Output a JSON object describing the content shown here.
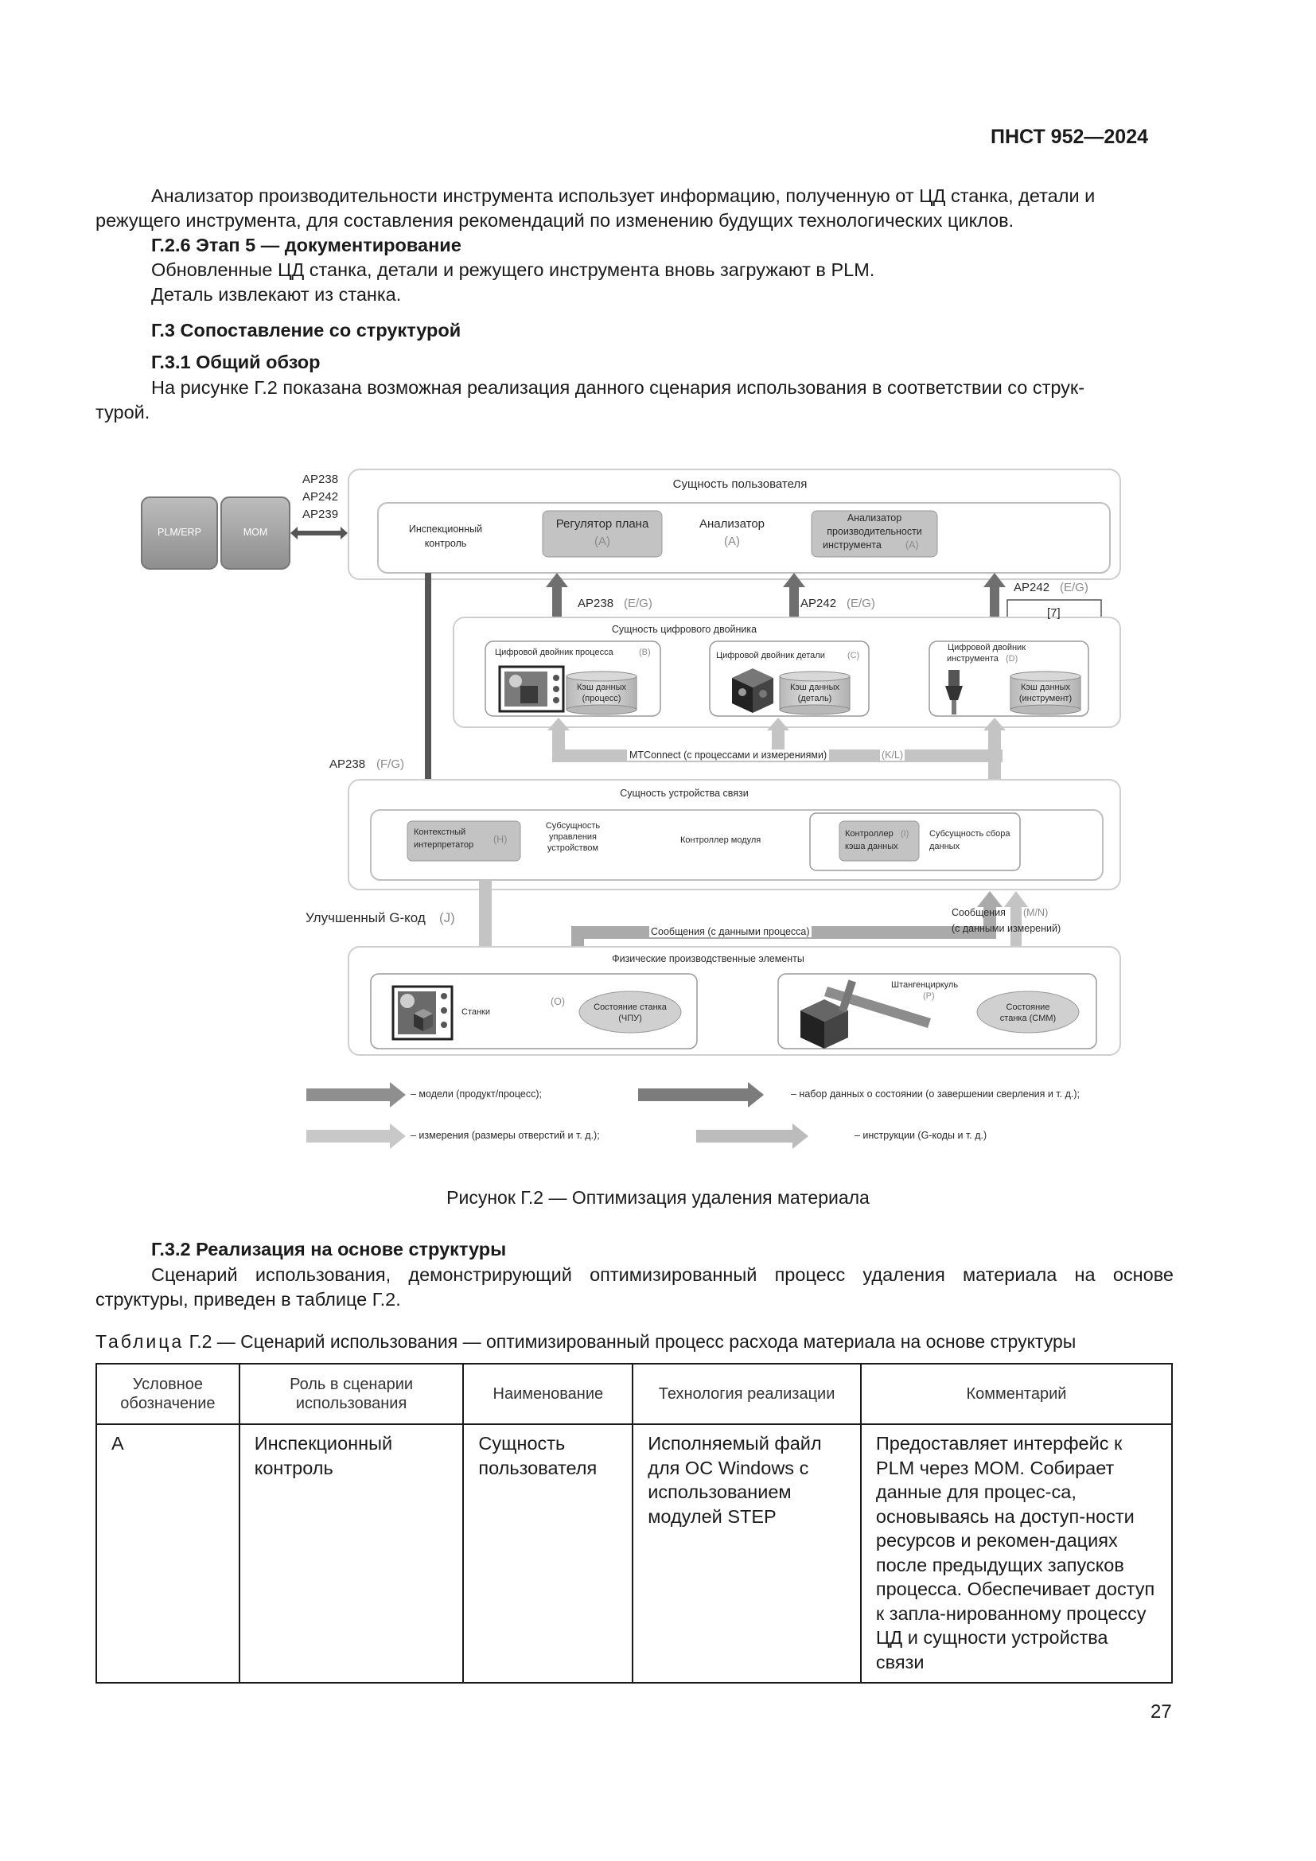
{
  "header": {
    "doc_code": "ПНСТ 952—2024"
  },
  "body": {
    "p1_line1": "Анализатор производительности инструмента использует информацию, полученную от ЦД станка, детали и",
    "p1_line2": "режущего инструмента, для составления рекомендаций по изменению будущих технологических циклов.",
    "h_g26": "Г.2.6 Этап 5 — документирование",
    "p2": "Обновленные ЦД станка, детали и режущего инструмента вновь загружают в PLM.",
    "p3": "Деталь извлекают из станка.",
    "h_g3": "Г.3 Сопоставление со структурой",
    "h_g31": "Г.3.1 Общий обзор",
    "p4_line1": "На рисунке Г.2 показана возможная реализация данного сценария использования в соответствии со струк-",
    "p4_line2": "турой.",
    "h_g32": "Г.3.2 Реализация на основе структуры",
    "p5_line1": "Сценарий использования, демонстрирующий оптимизированный процесс удаления материала на основе",
    "p5_line2": "структуры, приведен в таблице Г.2."
  },
  "figure": {
    "caption": "Рисунок Г.2 — Оптимизация удаления материала",
    "plm_erp": "PLM/ERP",
    "mom": "MOM",
    "ap238_top": "AP238",
    "ap242_top": "AP242",
    "ap239_top": "AP239",
    "user_entity": "Сущность пользователя",
    "inspection_l1": "Инспекционный",
    "inspection_l2": "контроль",
    "plan_regulator": "Регулятор плана",
    "plan_regulator_tag": "(A)",
    "analyzer": "Анализатор",
    "analyzer_tag": "(A)",
    "tool_analyzer_l1": "Анализатор",
    "tool_analyzer_l2": "производительности",
    "tool_analyzer_l3": "инструмента",
    "tool_analyzer_tag": "(A)",
    "ap238_eg_label": "AP238",
    "ap238_eg_tag": "(E/G)",
    "ap242_eg_mid_label": "AP242",
    "ap242_eg_mid_tag": "(E/G)",
    "ap242_eg_right_label": "AP242",
    "ap242_eg_right_tag": "(E/G)",
    "ref7": "[7]",
    "dt_entity": "Сущность цифрового двойника",
    "dt_process": "Цифровой двойник процесса",
    "dt_process_tag": "(B)",
    "cache_process_l1": "Кэш данных",
    "cache_process_l2": "(процесс)",
    "dt_part": "Цифровой двойник детали",
    "dt_part_tag": "(C)",
    "cache_part_l1": "Кэш данных",
    "cache_part_l2": "(деталь)",
    "dt_tool_l1": "Цифровой двойник",
    "dt_tool_l2": "инструмента",
    "dt_tool_tag": "(D)",
    "cache_tool_l1": "Кэш данных",
    "cache_tool_l2": "(инструмент)",
    "mtconnect": "MTConnect (с процессами и измерениями)",
    "mtconnect_tag": "(K/L)",
    "ap238_fg_label": "AP238",
    "ap238_fg_tag": "(F/G)",
    "comm_entity": "Сущность устройства связи",
    "ctx_interp_l1": "Контекстный",
    "ctx_interp_l2": "интерпретатор",
    "ctx_interp_tag": "(H)",
    "sub_mgmt_l1": "Субсущность",
    "sub_mgmt_l2": "управления",
    "sub_mgmt_l3": "устройством",
    "module_ctrl": "Контроллер модуля",
    "cache_ctrl_l1": "Контроллер",
    "cache_ctrl_tag": "(I)",
    "cache_ctrl_l2": "кэша данных",
    "sub_collect_l1": "Субсущность сбора",
    "sub_collect_l2": "данных",
    "gcode_label": "Улучшенный G-код",
    "gcode_tag": "(J)",
    "msg_process": "Сообщения (с данными процесса)",
    "msg_meas_l1": "Сообщения",
    "msg_meas_tag": "(M/N)",
    "msg_meas_l2": "(с данными измерений)",
    "physical": "Физические производственные элементы",
    "machines": "Станки",
    "machines_tag": "(O)",
    "cnc_state_l1": "Состояние станка",
    "cnc_state_l2": "(ЧПУ)",
    "caliper": "Штангенциркуль",
    "caliper_tag": "(P)",
    "cmm_state_l1": "Состояние",
    "cmm_state_l2": "станка (CMM)",
    "legend_models": "– модели (продукт/процесс);",
    "legend_state": "– набор данных о состоянии (о завершении сверления и т. д.);",
    "legend_meas": "– измерения (размеры отверстий и т. д.);",
    "legend_instr": "– инструкции (G-коды и т. д.)"
  },
  "table": {
    "title_prefix": "Таблица",
    "title_rest": " Г.2 — Сценарий использования — оптимизированный процесс расхода материала на основе структуры",
    "headers": [
      "Условное обозначение",
      "Роль в сценарии использования",
      "Наименование",
      "Технология реализации",
      "Комментарий"
    ],
    "rows": [
      {
        "c1": "A",
        "c2": "Инспекционный контроль",
        "c3": "Сущность пользователя",
        "c4": "Исполняемый файл для ОС Windows с использованием модулей STEP",
        "c5": "Предоставляет интерфейс к PLM через MOM. Собирает данные для процес-са, основываясь на доступ-ности ресурсов и рекомен-дациях после предыдущих запусков процесса. Обеспечивает доступ к запла-нированному процессу ЦД и сущности устройства связи"
      }
    ]
  },
  "footer": {
    "page_number": "27"
  }
}
